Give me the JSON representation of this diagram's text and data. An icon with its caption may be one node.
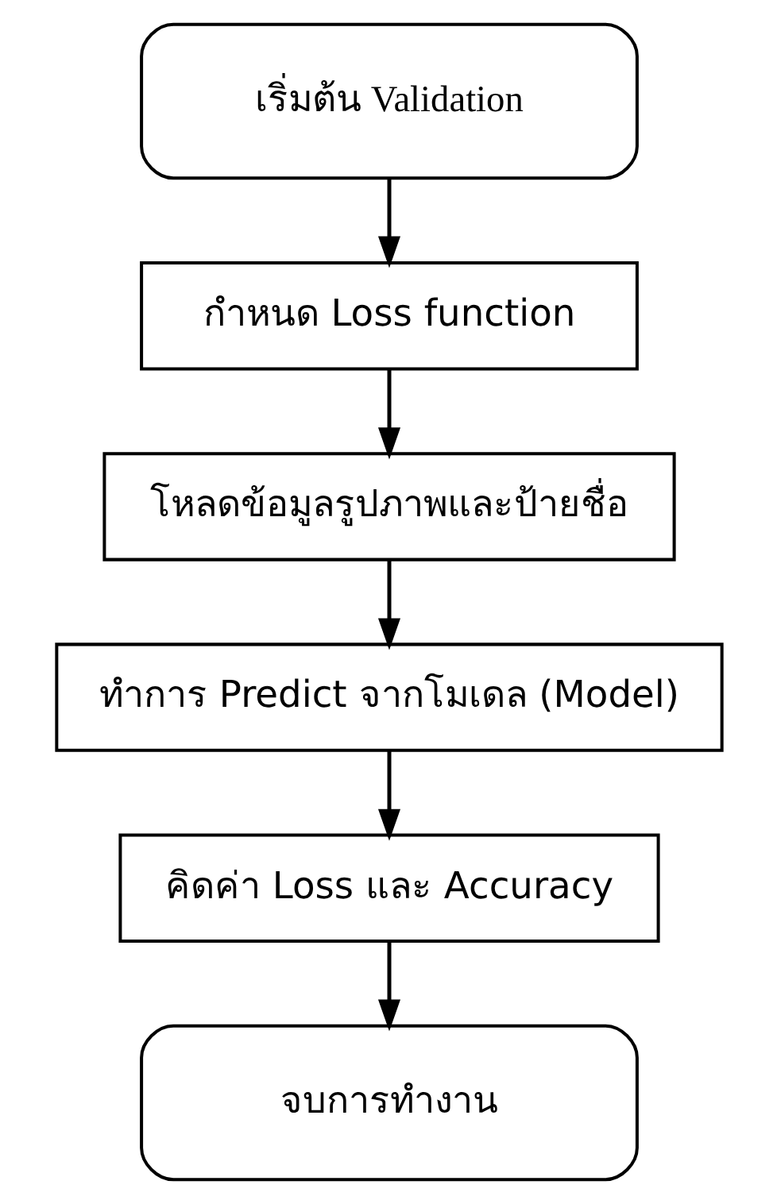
{
  "diagram": {
    "nodes": [
      {
        "text": [
          "เริ่มต้น Validation"
        ]
      },
      {
        "text": [
          "กำหนด Loss function"
        ]
      },
      {
        "text": [
          "โหลดข้อมูลรูปภาพและป้ายชื่อ"
        ]
      },
      {
        "text": [
          "ทำการ Predict จากโมเดล (Model)"
        ]
      },
      {
        "text": [
          "คิดค่า Loss และ Accuracy"
        ]
      },
      {
        "text": [
          "จบการทำงาน"
        ]
      }
    ],
    "edges": [
      {
        "from": 0,
        "to": 1,
        "arrow": "to"
      },
      {
        "from": 1,
        "to": 2,
        "arrow": "to"
      },
      {
        "from": 2,
        "to": 3,
        "arrow": "to"
      },
      {
        "from": 3,
        "to": 4,
        "arrow": "to"
      },
      {
        "from": 4,
        "to": 5,
        "arrow": "to"
      }
    ]
  }
}
